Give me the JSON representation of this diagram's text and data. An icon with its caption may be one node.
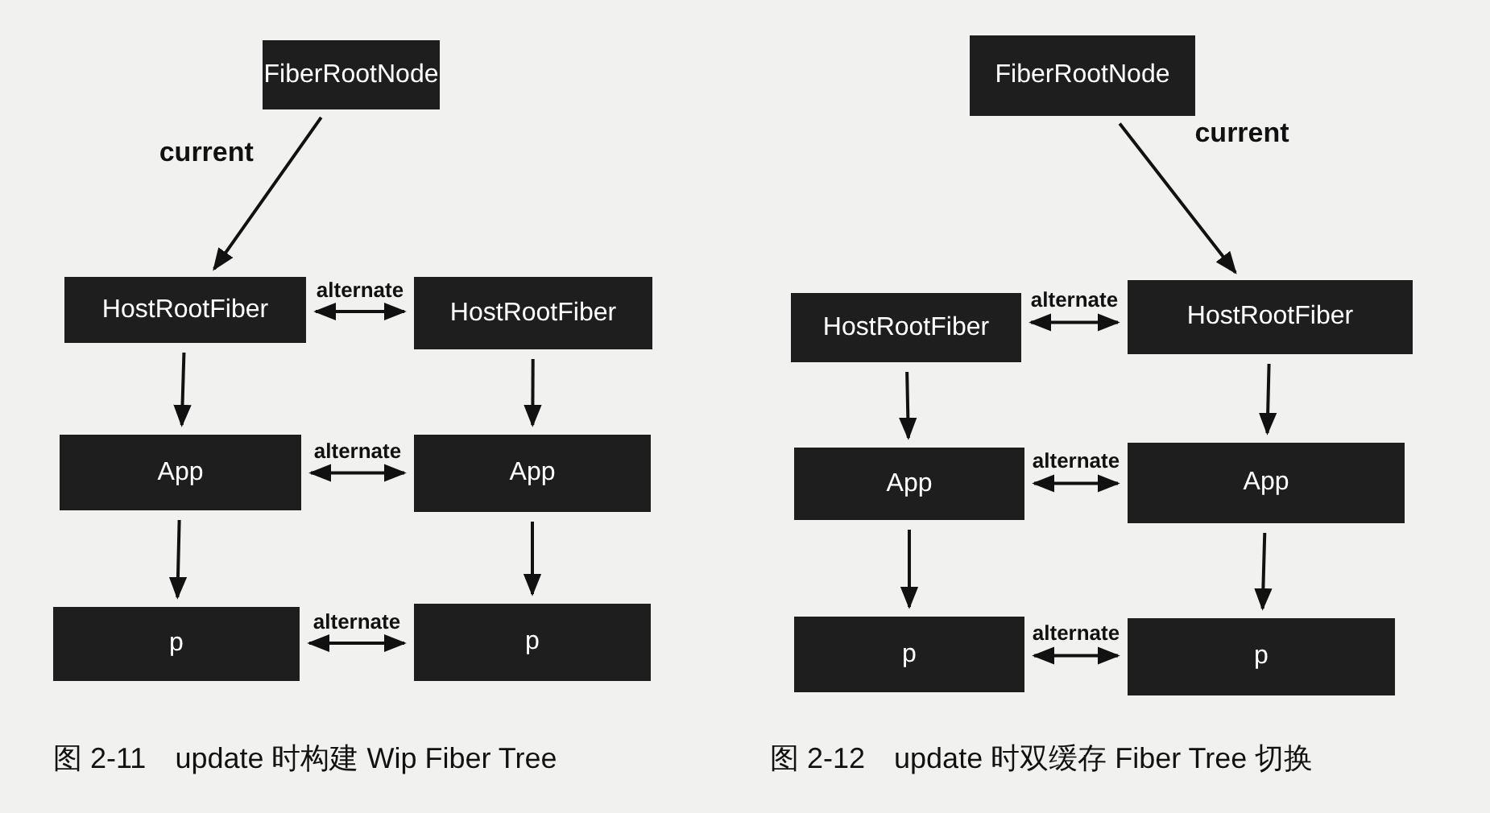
{
  "diagram": {
    "nodes": [
      {
        "text": [
          "FiberRootNode"
        ]
      },
      {
        "text": [
          "HostRootFiber"
        ]
      },
      {
        "text": [
          "HostRootFiber"
        ]
      },
      {
        "text": [
          "App"
        ]
      },
      {
        "text": [
          "App"
        ]
      },
      {
        "text": [
          "p"
        ]
      },
      {
        "text": [
          "p"
        ]
      },
      {
        "text": [
          "FiberRootNode"
        ]
      },
      {
        "text": [
          "HostRootFiber"
        ]
      },
      {
        "text": [
          "HostRootFiber"
        ]
      },
      {
        "text": [
          "App"
        ]
      },
      {
        "text": [
          "App"
        ]
      },
      {
        "text": [
          "p"
        ]
      },
      {
        "text": [
          "p"
        ]
      }
    ],
    "edges": [
      {
        "from": 0,
        "to": 1,
        "arrow": "to",
        "label": "current"
      },
      {
        "from": 1,
        "to": 2,
        "arrow": "both",
        "label": "alternate"
      },
      {
        "from": 1,
        "to": 3,
        "arrow": "to"
      },
      {
        "from": 2,
        "to": 4,
        "arrow": "to"
      },
      {
        "from": 3,
        "to": 4,
        "arrow": "both",
        "label": "alternate"
      },
      {
        "from": 3,
        "to": 5,
        "arrow": "to"
      },
      {
        "from": 4,
        "to": 6,
        "arrow": "to"
      },
      {
        "from": 5,
        "to": 6,
        "arrow": "both",
        "label": "alternate"
      },
      {
        "from": 7,
        "to": 9,
        "arrow": "to",
        "label": "current"
      },
      {
        "from": 8,
        "to": 9,
        "arrow": "both",
        "label": "alternate"
      },
      {
        "from": 8,
        "to": 10,
        "arrow": "to"
      },
      {
        "from": 9,
        "to": 11,
        "arrow": "to"
      },
      {
        "from": 10,
        "to": 11,
        "arrow": "both",
        "label": "alternate"
      },
      {
        "from": 10,
        "to": 12,
        "arrow": "to"
      },
      {
        "from": 11,
        "to": 13,
        "arrow": "to"
      },
      {
        "from": 12,
        "to": 13,
        "arrow": "both",
        "label": "alternate"
      }
    ],
    "labels": [
      "图 2-11　update 时构建 Wip Fiber Tree",
      "图 2-12　update 时双缓存 Fiber Tree 切换"
    ]
  }
}
